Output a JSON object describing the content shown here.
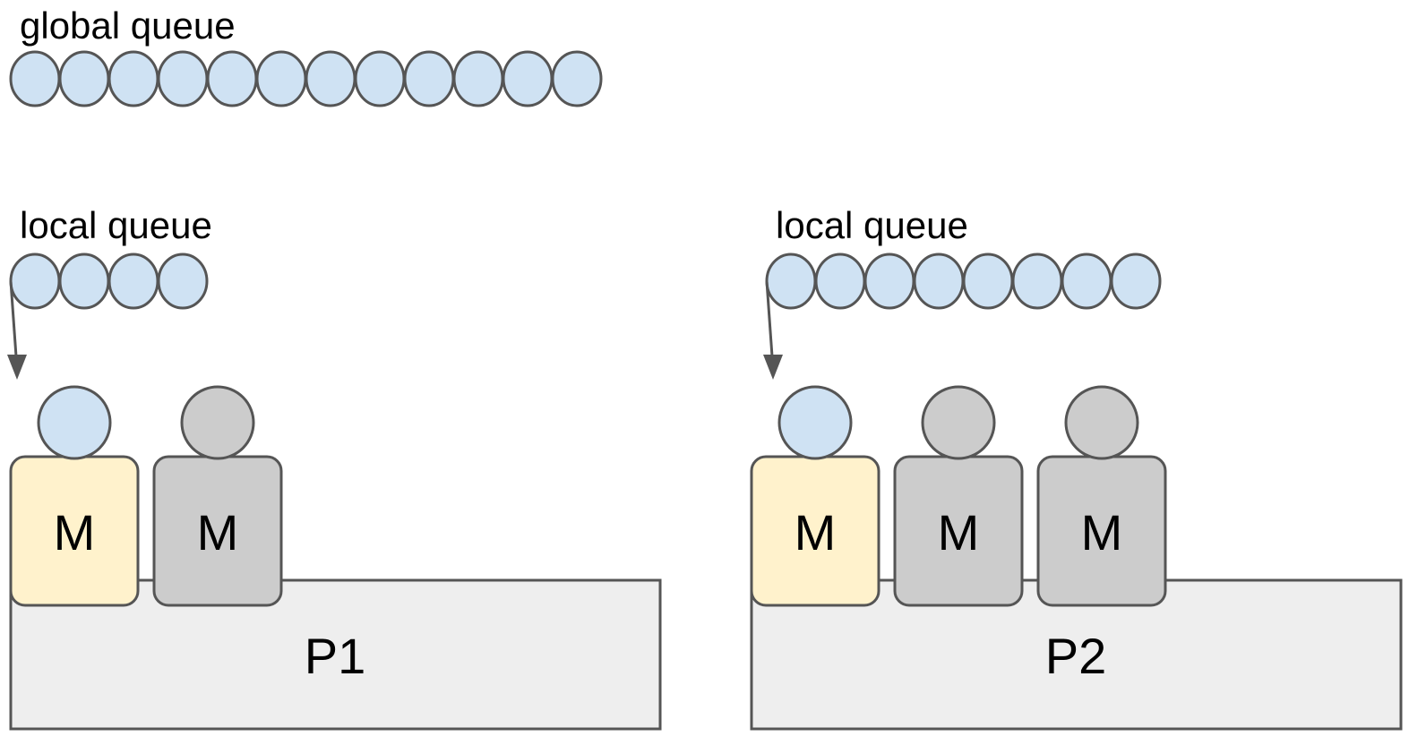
{
  "global_queue": {
    "label": "global queue",
    "goroutine_count": 12
  },
  "processors": [
    {
      "name": "P1",
      "local_queue": {
        "label": "local queue",
        "goroutine_count": 4
      },
      "machines": [
        {
          "label": "M",
          "state": "running",
          "has_goroutine": true
        },
        {
          "label": "M",
          "state": "idle",
          "has_goroutine": true
        }
      ]
    },
    {
      "name": "P2",
      "local_queue": {
        "label": "local queue",
        "goroutine_count": 8
      },
      "machines": [
        {
          "label": "M",
          "state": "running",
          "has_goroutine": true
        },
        {
          "label": "M",
          "state": "idle",
          "has_goroutine": true
        },
        {
          "label": "M",
          "state": "idle",
          "has_goroutine": true
        }
      ]
    }
  ],
  "colors": {
    "goroutine_active": "#cfe2f3",
    "goroutine_idle": "#cccccc",
    "machine_running": "#fff2cc",
    "machine_idle": "#cccccc",
    "processor": "#eeeeee",
    "stroke": "#555555"
  }
}
